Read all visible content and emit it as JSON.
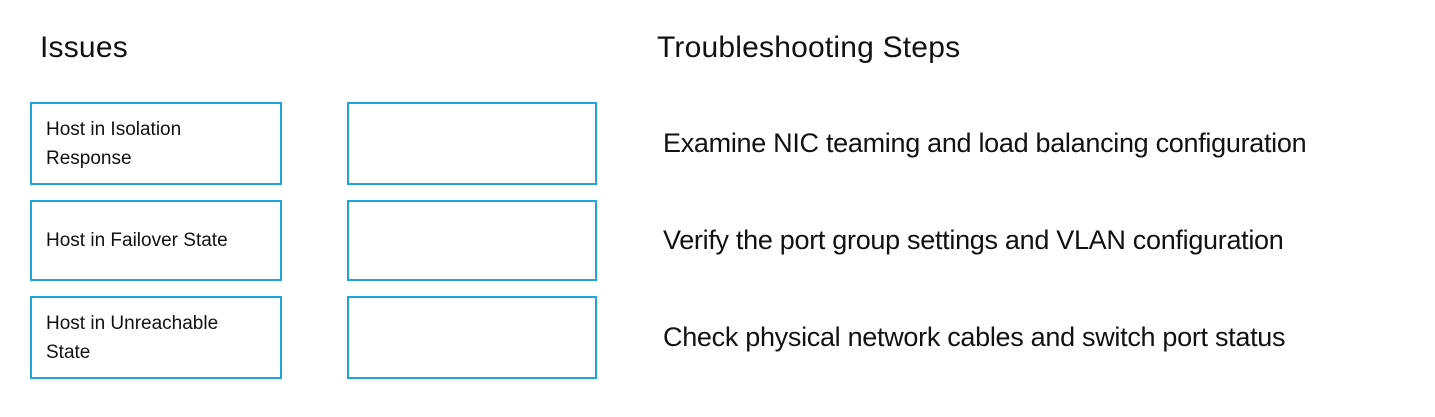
{
  "colors": {
    "box_border": "#21A4D8",
    "text": "#111111",
    "background": "#ffffff"
  },
  "issues": {
    "heading": "Issues",
    "items": [
      {
        "label": "Host in Isolation Response"
      },
      {
        "label": "Host in Failover State"
      },
      {
        "label": "Host in Unreachable State"
      }
    ]
  },
  "drop_targets": [
    {
      "value": ""
    },
    {
      "value": ""
    },
    {
      "value": ""
    }
  ],
  "troubleshooting": {
    "heading": "Troubleshooting Steps",
    "steps": [
      {
        "label": "Examine NIC teaming and load balancing configuration"
      },
      {
        "label": "Verify the port group settings and VLAN configuration"
      },
      {
        "label": "Check physical network cables and switch port status"
      }
    ]
  }
}
